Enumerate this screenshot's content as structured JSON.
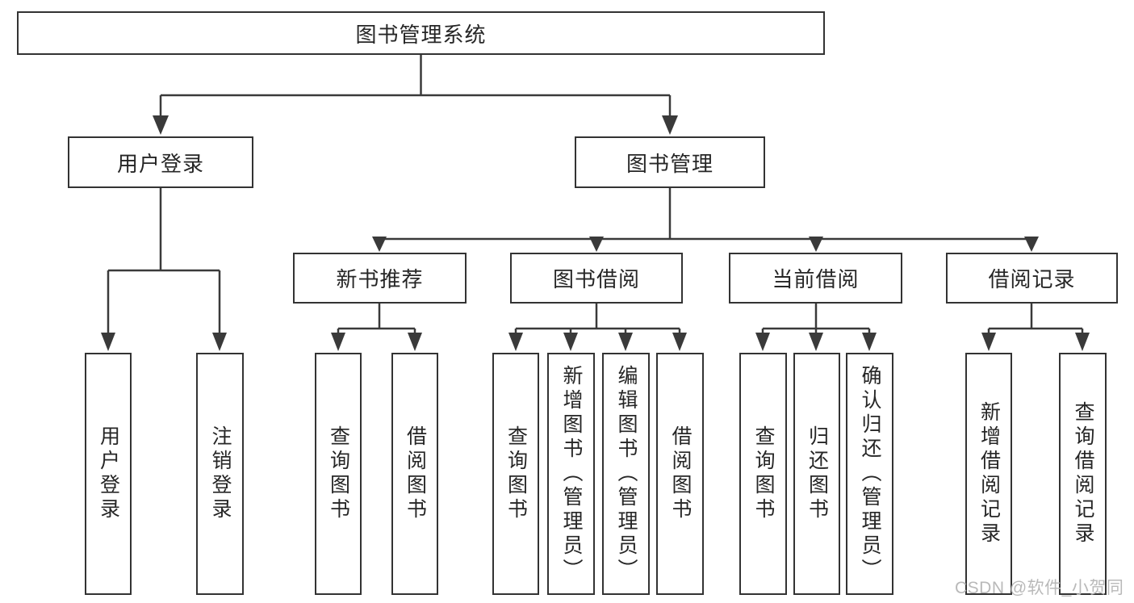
{
  "theme": {
    "line": "#3a3a3a",
    "box_border": "#333333",
    "text": "#262626",
    "watermark": "#b9b9b9",
    "background": "#ffffff"
  },
  "watermark": {
    "text": "CSDN @软件_小贺同学"
  },
  "diagram": {
    "type": "hierarchy-tree",
    "root": {
      "label": "图书管理系统",
      "children": [
        {
          "label": "用户登录",
          "children": [
            {
              "label": "用户登录"
            },
            {
              "label": "注销登录"
            }
          ]
        },
        {
          "label": "图书管理",
          "children": [
            {
              "label": "新书推荐",
              "children": [
                {
                  "label": "查询图书"
                },
                {
                  "label": "借阅图书"
                }
              ]
            },
            {
              "label": "图书借阅",
              "children": [
                {
                  "label": "查询图书"
                },
                {
                  "label": "新增图书（管理员）"
                },
                {
                  "label": "编辑图书（管理员）"
                },
                {
                  "label": "借阅图书"
                }
              ]
            },
            {
              "label": "当前借阅",
              "children": [
                {
                  "label": "查询图书"
                },
                {
                  "label": "归还图书"
                },
                {
                  "label": "确认归还（管理员）"
                }
              ]
            },
            {
              "label": "借阅记录",
              "children": [
                {
                  "label": "新增借阅记录"
                },
                {
                  "label": "查询借阅记录"
                }
              ]
            }
          ]
        }
      ]
    }
  }
}
